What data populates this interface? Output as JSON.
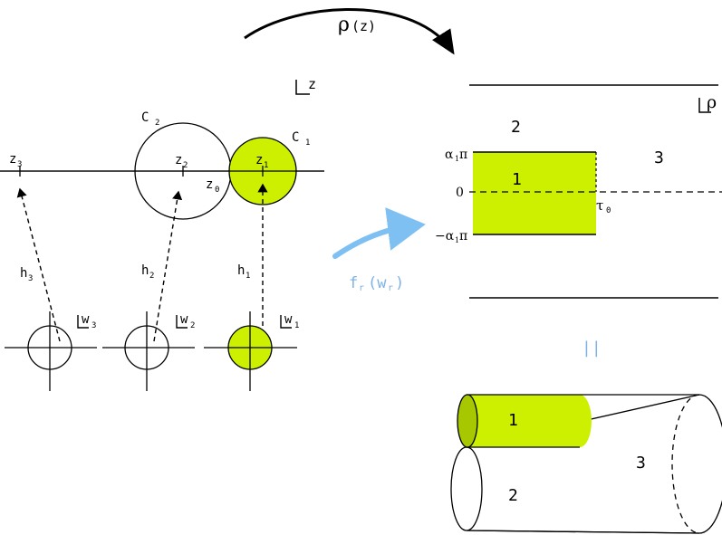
{
  "colors": {
    "accent_fill": "#cdf000",
    "arrow_blue": "#7fc0f2",
    "text_blue": "#7fb2e5",
    "ink": "#000000"
  },
  "map_top": {
    "label": "ρ",
    "arg": "(z)"
  },
  "map_mid": {
    "label": "f",
    "sub": "r",
    "arg": "(w",
    "arg_sub": "r",
    "close": ")"
  },
  "equals_symbol": "||",
  "z_plane": {
    "corner_label": "z",
    "circles": [
      {
        "name": "C",
        "sub": "2"
      },
      {
        "name": "C",
        "sub": "1"
      }
    ],
    "points": [
      {
        "name": "z",
        "sub": "3"
      },
      {
        "name": "z",
        "sub": "2"
      },
      {
        "name": "z",
        "sub": "1"
      },
      {
        "name": "z",
        "sub": "0"
      }
    ],
    "maps": [
      {
        "name": "h",
        "sub": "3"
      },
      {
        "name": "h",
        "sub": "2"
      },
      {
        "name": "h",
        "sub": "1"
      }
    ]
  },
  "w_planes": [
    {
      "name": "w",
      "sub": "3",
      "filled": false
    },
    {
      "name": "w",
      "sub": "2",
      "filled": false
    },
    {
      "name": "w",
      "sub": "1",
      "filled": true
    }
  ],
  "rho_plane": {
    "corner_label": "ρ",
    "regions": [
      "2",
      "1",
      "3"
    ],
    "ticks": {
      "top": {
        "pre": "α",
        "sub": "1",
        "post": "π"
      },
      "zero": "0",
      "bottom": {
        "pre": "−α",
        "sub": "1",
        "post": "π"
      }
    },
    "tau": {
      "name": "τ",
      "sub": "0"
    }
  },
  "cylinder": {
    "labels": [
      "1",
      "2",
      "3"
    ]
  }
}
